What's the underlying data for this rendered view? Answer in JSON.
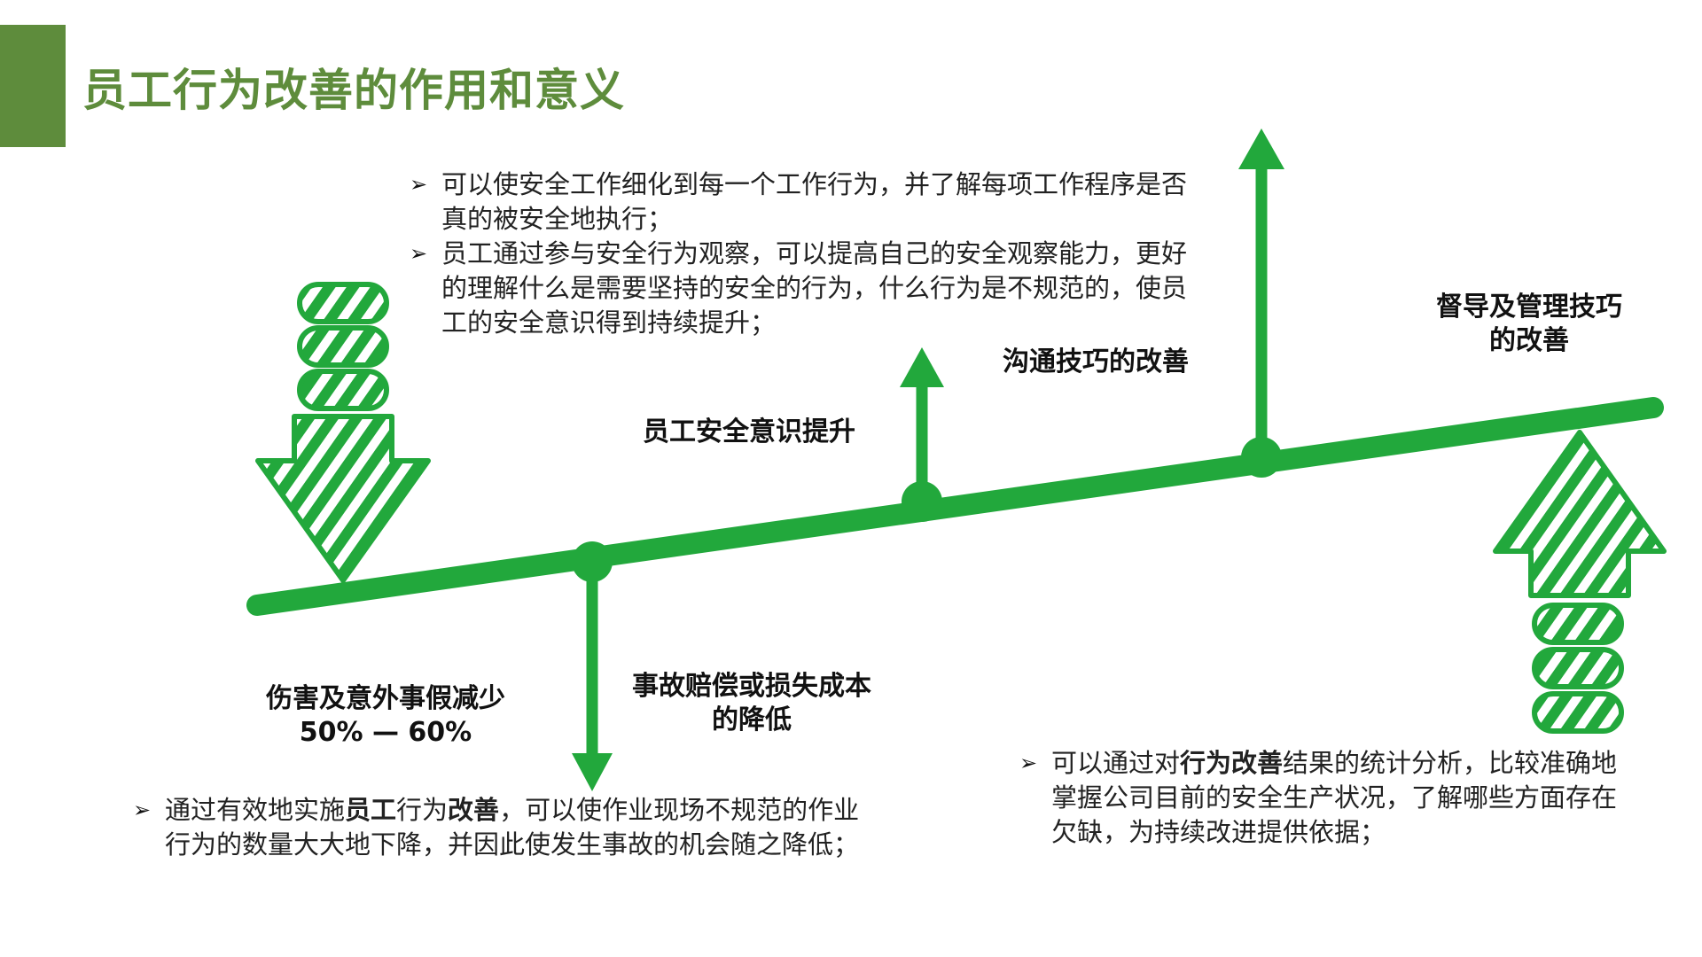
{
  "page": {
    "title": "员工行为改善的作用和意义",
    "accent_color": "#5e8c3c",
    "diagram_color": "#22a83c"
  },
  "labels": {
    "awareness": "员工安全意识提升",
    "communication": "沟通技巧的改善",
    "supervision": "督导及管理技巧的改善",
    "injury_line1": "伤害及意外事假减少",
    "injury_line2": "50% — 60%",
    "compensation": "事故赔偿或损失成本的降低"
  },
  "bullets": {
    "top": [
      "可以使安全工作细化到每一个工作行为，并了解每项工作程序是否真的被安全地执行；",
      "员工通过参与安全行为观察，可以提高自己的安全观察能力，更好的理解什么是需要坚持的安全的行为，什么行为是不规范的，使员工的安全意识得到持续提升；"
    ],
    "bottom_left": {
      "before": "通过有效地实施",
      "hl1": "员工",
      "middle": "行为",
      "hl2": "改善",
      "after": "，可以使作业现场不规范的作业行为的数量大大地下降，并因此使发生事故的机会随之降低；"
    },
    "bottom_right": {
      "before": "可以通过对",
      "hl": "行为改善",
      "after": "结果的统计分析，比较准确地掌握公司目前的安全生产状况，了解哪些方面存在欠缺，为持续改进提供依据；"
    }
  },
  "icons": {
    "bullet": "arrowhead-bullet-icon",
    "down": "striped-down-arrow-icon",
    "up": "striped-up-arrow-icon"
  }
}
